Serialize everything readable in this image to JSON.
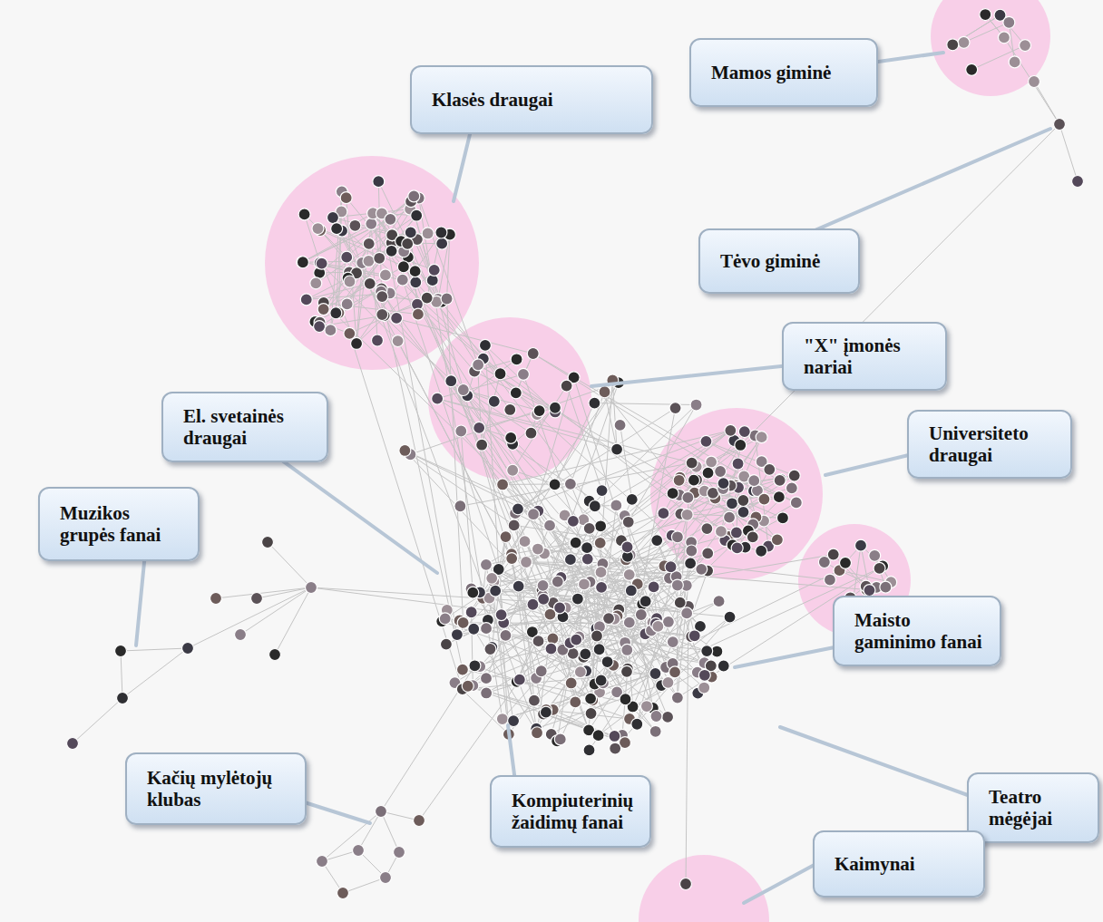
{
  "diagram": {
    "nodes": [
      {
        "text": [
          "Mamos giminė"
        ]
      },
      {
        "text": [
          "Klasės draugai"
        ]
      },
      {
        "text": [
          "Tėvo giminė"
        ]
      },
      {
        "text": [
          "\"X\" įmonės nariai"
        ]
      },
      {
        "text": [
          "El. svetainės draugai"
        ]
      },
      {
        "text": [
          "Universiteto draugai"
        ]
      },
      {
        "text": [
          "Muzikos grupės fanai"
        ]
      },
      {
        "text": [
          "Maisto gaminimo fanai"
        ]
      },
      {
        "text": [
          "Kačių mylėtojų klubas"
        ]
      },
      {
        "text": [
          "Kompiuterinių žaidimų fanai"
        ]
      },
      {
        "text": [
          "Teatro mėgėjai"
        ]
      },
      {
        "text": [
          "Kaimynai"
        ]
      }
    ]
  }
}
